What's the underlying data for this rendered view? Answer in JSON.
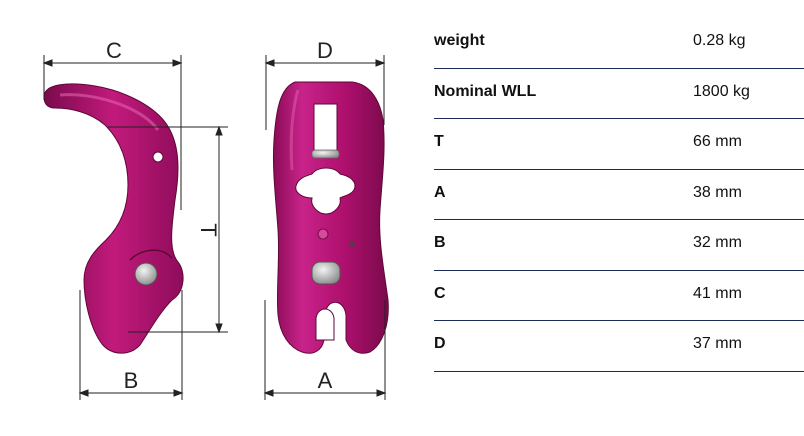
{
  "colors": {
    "part": "#b0106e",
    "part_dark": "#7a0a4c",
    "part_light": "#d94a9c",
    "rule": "#1d2b58"
  },
  "dimension_labels": {
    "c": "C",
    "d": "D",
    "t": "T",
    "b": "B",
    "a": "A"
  },
  "specs": [
    {
      "label": "weight",
      "value": "0.28 kg"
    },
    {
      "label": "Nominal WLL",
      "value": "1800 kg"
    },
    {
      "label": "T",
      "value": "66 mm"
    },
    {
      "label": "A",
      "value": "38 mm"
    },
    {
      "label": "B",
      "value": "32 mm"
    },
    {
      "label": "C",
      "value": "41 mm"
    },
    {
      "label": "D",
      "value": "37 mm"
    }
  ]
}
